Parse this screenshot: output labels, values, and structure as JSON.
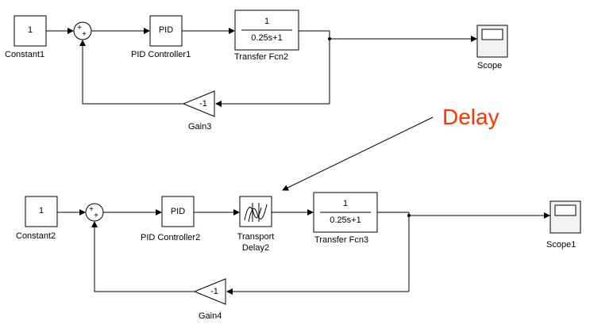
{
  "diagram1": {
    "constant": {
      "label": "Constant1",
      "value": "1"
    },
    "sum": {
      "signs": [
        "+",
        "+"
      ]
    },
    "pid": {
      "label": "PID Controller1",
      "text": "PID"
    },
    "tf": {
      "label": "Transfer Fcn2",
      "num": "1",
      "den": "0.25s+1"
    },
    "scope": {
      "label": "Scope"
    },
    "gain": {
      "label": "Gain3",
      "value": "-1"
    }
  },
  "diagram2": {
    "constant": {
      "label": "Constant2",
      "value": "1"
    },
    "sum": {
      "signs": [
        "+",
        "+"
      ]
    },
    "pid": {
      "label": "PID Controller2",
      "text": "PID"
    },
    "delay": {
      "label_line1": "Transport",
      "label_line2": "Delay2"
    },
    "tf": {
      "label": "Transfer Fcn3",
      "num": "1",
      "den": "0.25s+1"
    },
    "scope": {
      "label": "Scope1"
    },
    "gain": {
      "label": "Gain4",
      "value": "-1"
    }
  },
  "annotation": {
    "text": "Delay",
    "color": "#ff3300"
  }
}
